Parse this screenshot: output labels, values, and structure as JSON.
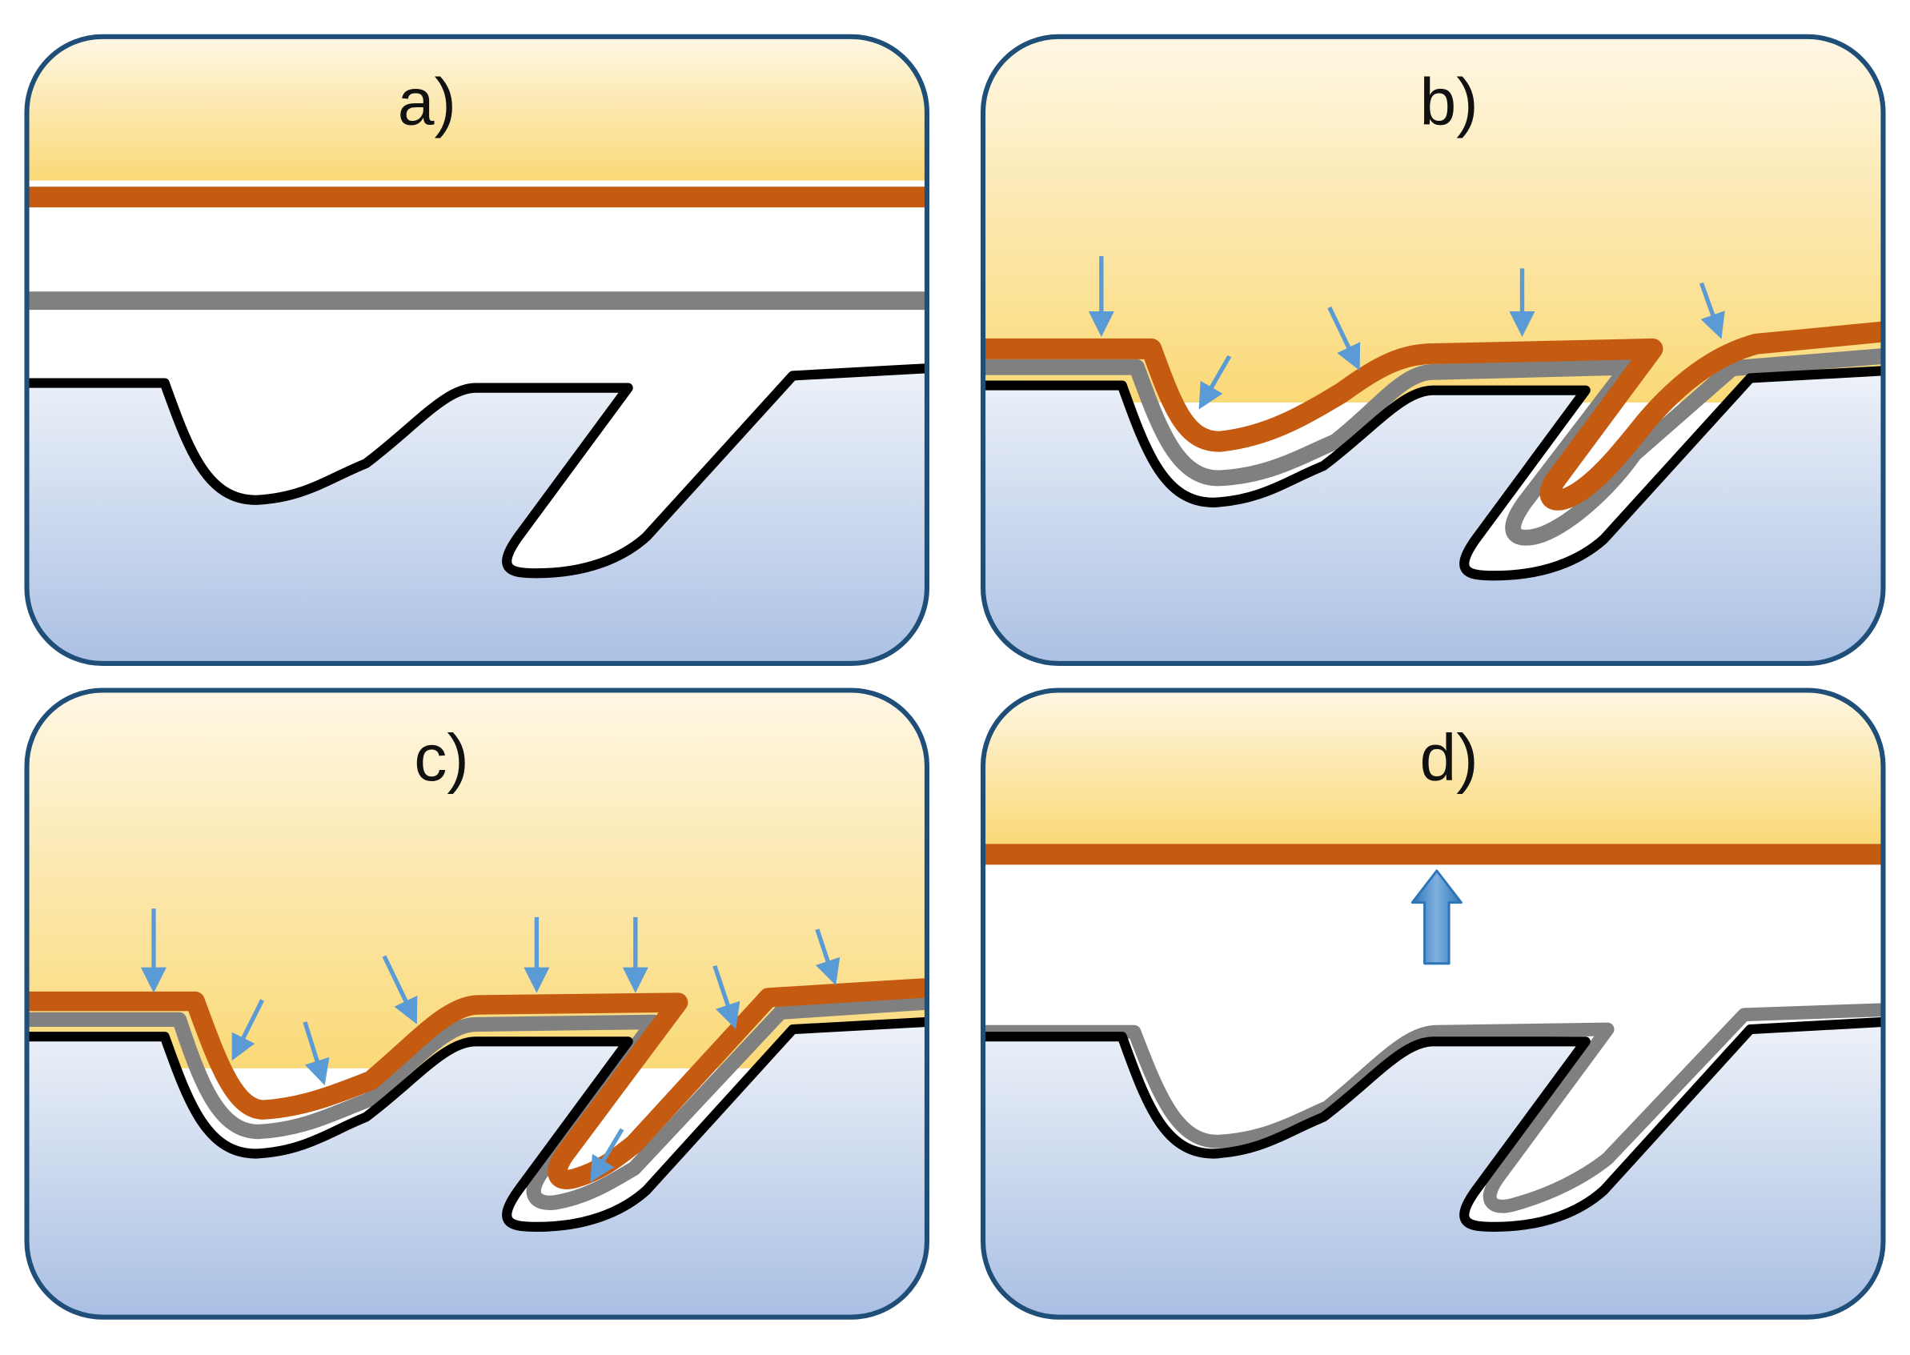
{
  "panels": [
    {
      "id": "a",
      "label": "a)"
    },
    {
      "id": "b",
      "label": "b)"
    },
    {
      "id": "c",
      "label": "c)"
    },
    {
      "id": "d",
      "label": "d)"
    }
  ],
  "colors": {
    "border": "#1f4e79",
    "top_gradient_start": "#fef7e4",
    "top_gradient_end": "#fad977",
    "bottom_gradient_start": "#eef2f9",
    "bottom_gradient_end": "#a6bde2",
    "orange_layer": "#c55a11",
    "gray_layer": "#808080",
    "surface_outline": "#000000",
    "arrow_blue": "#5b9bd5",
    "arrow_outline": "#2e75b6"
  }
}
